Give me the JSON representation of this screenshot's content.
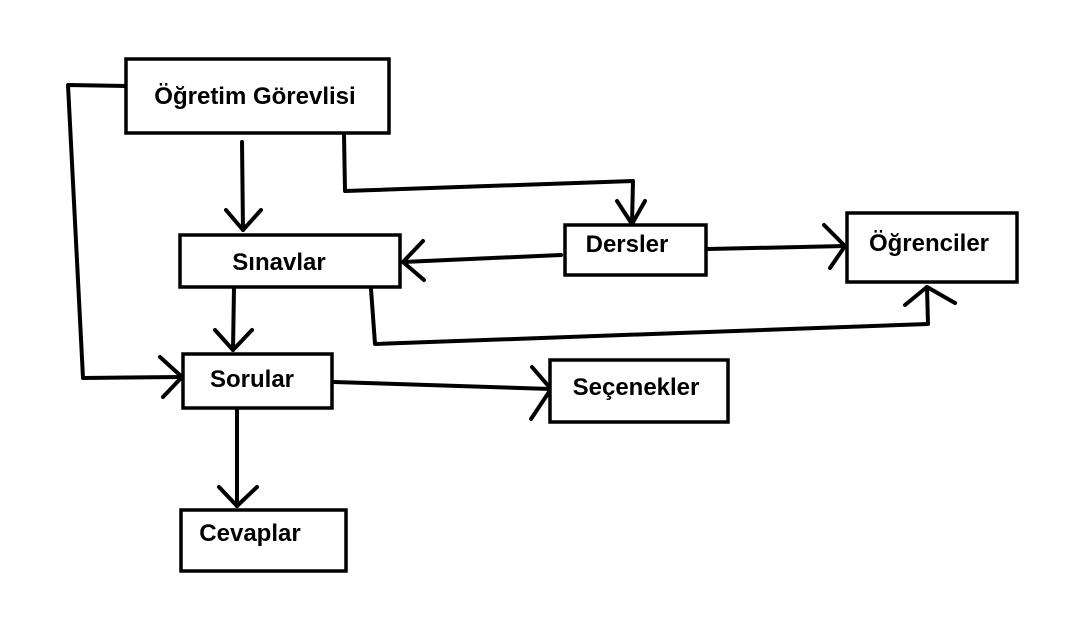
{
  "diagram": {
    "nodes": {
      "ogretim_gorevlisi": "Öğretim Görevlisi",
      "sinavlar": "Sınavlar",
      "dersler": "Dersler",
      "ogrenciler": "Öğrenciler",
      "sorular": "Sorular",
      "secenekler": "Seçenekler",
      "cevaplar": "Cevaplar"
    },
    "edges": [
      {
        "from": "Öğretim Görevlisi",
        "to": "Sınavlar"
      },
      {
        "from": "Öğretim Görevlisi",
        "to": "Dersler"
      },
      {
        "from": "Öğretim Görevlisi",
        "to": "Sorular"
      },
      {
        "from": "Dersler",
        "to": "Sınavlar"
      },
      {
        "from": "Dersler",
        "to": "Öğrenciler"
      },
      {
        "from": "Sınavlar",
        "to": "Sorular"
      },
      {
        "from": "Sınavlar",
        "to": "Öğrenciler"
      },
      {
        "from": "Sorular",
        "to": "Seçenekler"
      },
      {
        "from": "Sorular",
        "to": "Cevaplar"
      }
    ]
  }
}
